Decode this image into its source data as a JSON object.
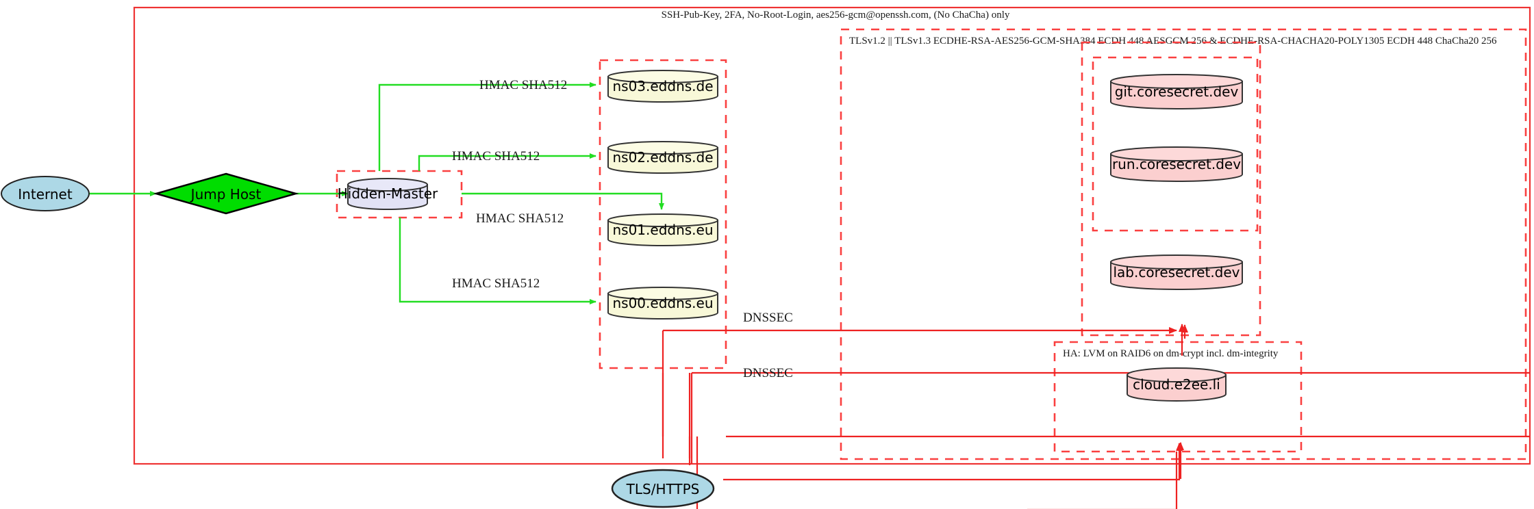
{
  "diagram": {
    "title_top": "SSH-Pub-Key, 2FA, No-Root-Login, aes256-gcm@openssh.com, (No ChaCha) only",
    "tls_cluster_label": "TLSv1.2 || TLSv1.3 ECDHE-RSA-AES256-GCM-SHA384 ECDH 448 AESGCM 256 & ECDHE-RSA-CHACHA20-POLY1305 ECDH 448 ChaCha20 256",
    "ha_cluster_label": "HA: LVM on RAID6 on dm-crypt incl. dm-integrity"
  },
  "nodes": {
    "internet": {
      "label": "Internet",
      "shape": "ellipse",
      "color": "#add8e6"
    },
    "jump_host": {
      "label": "Jump Host",
      "shape": "diamond",
      "color": "#00dd00"
    },
    "hidden_master": {
      "label": "Hidden-Master",
      "shape": "cylinder",
      "color": "#e2e2f5"
    },
    "ns03": {
      "label": "ns03.eddns.de",
      "shape": "cylinder",
      "color": "#f8f8d8"
    },
    "ns02": {
      "label": "ns02.eddns.de",
      "shape": "cylinder",
      "color": "#f8f8d8"
    },
    "ns01": {
      "label": "ns01.eddns.eu",
      "shape": "cylinder",
      "color": "#f8f8d8"
    },
    "ns00": {
      "label": "ns00.eddns.eu",
      "shape": "cylinder",
      "color": "#f8f8d8"
    },
    "git": {
      "label": "git.coresecret.dev",
      "shape": "cylinder",
      "color": "#fbcfcf"
    },
    "run": {
      "label": "run.coresecret.dev",
      "shape": "cylinder",
      "color": "#fbcfcf"
    },
    "lab": {
      "label": "lab.coresecret.dev",
      "shape": "cylinder",
      "color": "#fbcfcf"
    },
    "cloud": {
      "label": "cloud.e2ee.li",
      "shape": "cylinder",
      "color": "#fbcfcf"
    },
    "tls_https": {
      "label": "TLS/HTTPS",
      "shape": "ellipse",
      "color": "#add8e6"
    }
  },
  "edge_labels": {
    "hmac_ns03": "HMAC SHA512",
    "hmac_ns02": "HMAC SHA512",
    "hmac_ns01": "HMAC SHA512",
    "hmac_ns00": "HMAC SHA512",
    "dnssec_upper": "DNSSEC",
    "dnssec_lower": "DNSSEC"
  },
  "colors": {
    "green_edge": "#22dd22",
    "red_edge": "#ee2222",
    "red_dashed": "#fa4040",
    "blue_node": "#add8e6",
    "green_node": "#00dd00",
    "yellow_node": "#f8f8d8",
    "pink_node": "#fbcfcf",
    "lavender_node": "#e2e2f5"
  }
}
